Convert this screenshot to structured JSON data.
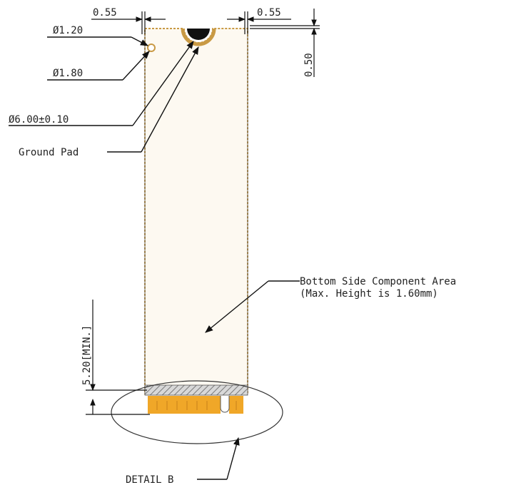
{
  "dimensions": {
    "left_margin": "0.55",
    "right_margin": "0.55",
    "top_offset": "0.50",
    "hole_small": "Ø1.20",
    "hole_large": "Ø1.80",
    "notch_diameter": "Ø6.00±0.10",
    "contact_height": "5.20[MIN.]"
  },
  "callouts": {
    "ground_pad": "Ground Pad",
    "component_area_line1": "Bottom Side Component Area",
    "component_area_line2": "(Max. Height is 1.60mm)",
    "detail": "DETAIL B"
  },
  "colors": {
    "board_outline": "#c99a45",
    "board_fill": "#fdf9f1",
    "gold_finger": "#f0a728",
    "hatch": "#9a9a9a",
    "ink": "#111111"
  }
}
